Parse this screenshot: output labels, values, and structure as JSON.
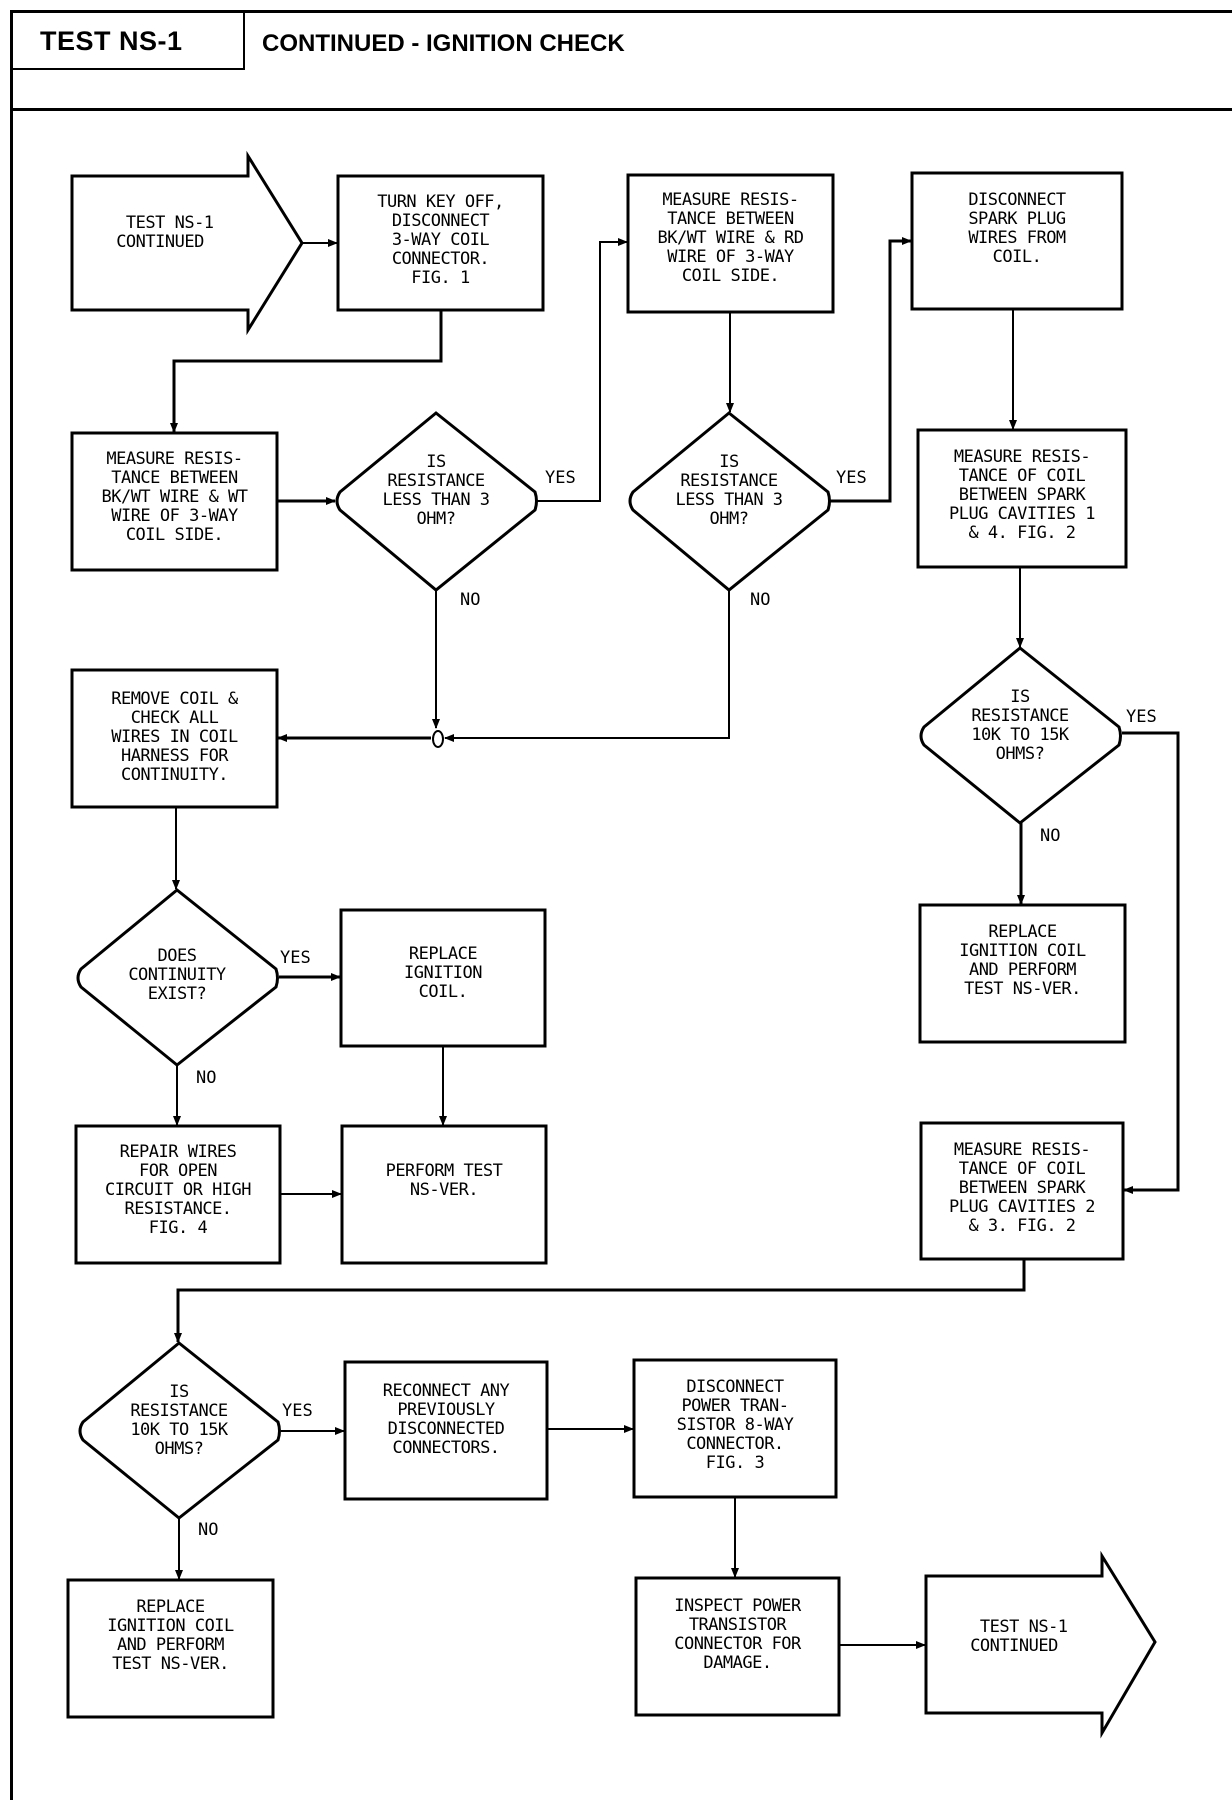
{
  "header": {
    "test_id": "TEST NS-1",
    "title": "CONTINUED - IGNITION CHECK"
  },
  "nodes": {
    "start": {
      "type": "entry-arrow",
      "text": "  TEST NS-1\nCONTINUED"
    },
    "turn_key_off": {
      "type": "process",
      "text": "TURN KEY OFF,\nDISCONNECT\n3-WAY COIL\nCONNECTOR.\nFIG. 1"
    },
    "measure_bkwt_wt": {
      "type": "process",
      "text": "MEASURE RESIS-\nTANCE BETWEEN\nBK/WT WIRE & WT\nWIRE OF 3-WAY\nCOIL SIDE."
    },
    "decision_lt3_a": {
      "type": "decision",
      "text": "IS\nRESISTANCE\nLESS THAN 3\nOHM?"
    },
    "measure_bkwt_rd": {
      "type": "process",
      "text": "MEASURE RESIS-\nTANCE BETWEEN\nBK/WT WIRE & RD\nWIRE OF 3-WAY\nCOIL SIDE."
    },
    "decision_lt3_b": {
      "type": "decision",
      "text": "IS\nRESISTANCE\nLESS THAN 3\nOHM?"
    },
    "disconnect_plug_wires": {
      "type": "process",
      "text": "DISCONNECT\nSPARK PLUG\nWIRES FROM\nCOIL."
    },
    "measure_cav_1_4": {
      "type": "process",
      "text": "MEASURE RESIS-\nTANCE OF COIL\nBETWEEN SPARK\nPLUG CAVITIES 1\n& 4. FIG. 2"
    },
    "decision_10k_a": {
      "type": "decision",
      "text": "IS\nRESISTANCE\n10K TO 15K\nOHMS?"
    },
    "replace_coil_a": {
      "type": "process",
      "text": "REPLACE\nIGNITION COIL\nAND PERFORM\nTEST NS-VER."
    },
    "remove_coil": {
      "type": "process",
      "text": "REMOVE COIL &\nCHECK ALL\nWIRES IN COIL\nHARNESS FOR\nCONTINUITY."
    },
    "decision_continuity": {
      "type": "decision",
      "text": "DOES\nCONTINUITY\nEXIST?"
    },
    "replace_coil_b": {
      "type": "process",
      "text": "REPLACE\nIGNITION\nCOIL."
    },
    "repair_wires": {
      "type": "process",
      "text": "REPAIR WIRES\nFOR OPEN\nCIRCUIT OR HIGH\nRESISTANCE.\nFIG. 4"
    },
    "perform_test": {
      "type": "process",
      "text": "PERFORM TEST\nNS-VER."
    },
    "measure_cav_2_3": {
      "type": "process",
      "text": "MEASURE RESIS-\nTANCE OF COIL\nBETWEEN SPARK\nPLUG CAVITIES 2\n& 3. FIG. 2"
    },
    "decision_10k_b": {
      "type": "decision",
      "text": "IS\nRESISTANCE\n10K TO 15K\nOHMS?"
    },
    "reconnect": {
      "type": "process",
      "text": "RECONNECT ANY\nPREVIOUSLY\nDISCONNECTED\nCONNECTORS."
    },
    "disconnect_transistor": {
      "type": "process",
      "text": "DISCONNECT\nPOWER TRAN-\nSISTOR 8-WAY\nCONNECTOR.\nFIG. 3"
    },
    "replace_coil_c": {
      "type": "process",
      "text": "REPLACE\nIGNITION COIL\nAND PERFORM\nTEST NS-VER."
    },
    "inspect_transistor": {
      "type": "process",
      "text": "INSPECT POWER\nTRANSISTOR\nCONNECTOR FOR\nDAMAGE."
    },
    "end": {
      "type": "exit-arrow",
      "text": "  TEST NS-1\nCONTINUED"
    }
  },
  "edge_labels": {
    "yes": "YES",
    "no": "NO"
  },
  "edges": [
    {
      "from": "start",
      "to": "turn_key_off"
    },
    {
      "from": "turn_key_off",
      "to": "measure_bkwt_wt"
    },
    {
      "from": "measure_bkwt_wt",
      "to": "decision_lt3_a"
    },
    {
      "from": "decision_lt3_a",
      "to": "measure_bkwt_rd",
      "label": "YES"
    },
    {
      "from": "decision_lt3_a",
      "to": "remove_coil",
      "label": "NO"
    },
    {
      "from": "measure_bkwt_rd",
      "to": "decision_lt3_b"
    },
    {
      "from": "decision_lt3_b",
      "to": "disconnect_plug_wires",
      "label": "YES"
    },
    {
      "from": "decision_lt3_b",
      "to": "remove_coil",
      "label": "NO"
    },
    {
      "from": "disconnect_plug_wires",
      "to": "measure_cav_1_4"
    },
    {
      "from": "measure_cav_1_4",
      "to": "decision_10k_a"
    },
    {
      "from": "decision_10k_a",
      "to": "measure_cav_2_3",
      "label": "YES"
    },
    {
      "from": "decision_10k_a",
      "to": "replace_coil_a",
      "label": "NO"
    },
    {
      "from": "remove_coil",
      "to": "decision_continuity"
    },
    {
      "from": "decision_continuity",
      "to": "replace_coil_b",
      "label": "YES"
    },
    {
      "from": "decision_continuity",
      "to": "repair_wires",
      "label": "NO"
    },
    {
      "from": "replace_coil_b",
      "to": "perform_test"
    },
    {
      "from": "repair_wires",
      "to": "perform_test"
    },
    {
      "from": "measure_cav_2_3",
      "to": "decision_10k_b"
    },
    {
      "from": "decision_10k_b",
      "to": "reconnect",
      "label": "YES"
    },
    {
      "from": "decision_10k_b",
      "to": "replace_coil_c",
      "label": "NO"
    },
    {
      "from": "reconnect",
      "to": "disconnect_transistor"
    },
    {
      "from": "disconnect_transistor",
      "to": "inspect_transistor"
    },
    {
      "from": "inspect_transistor",
      "to": "end"
    }
  ]
}
